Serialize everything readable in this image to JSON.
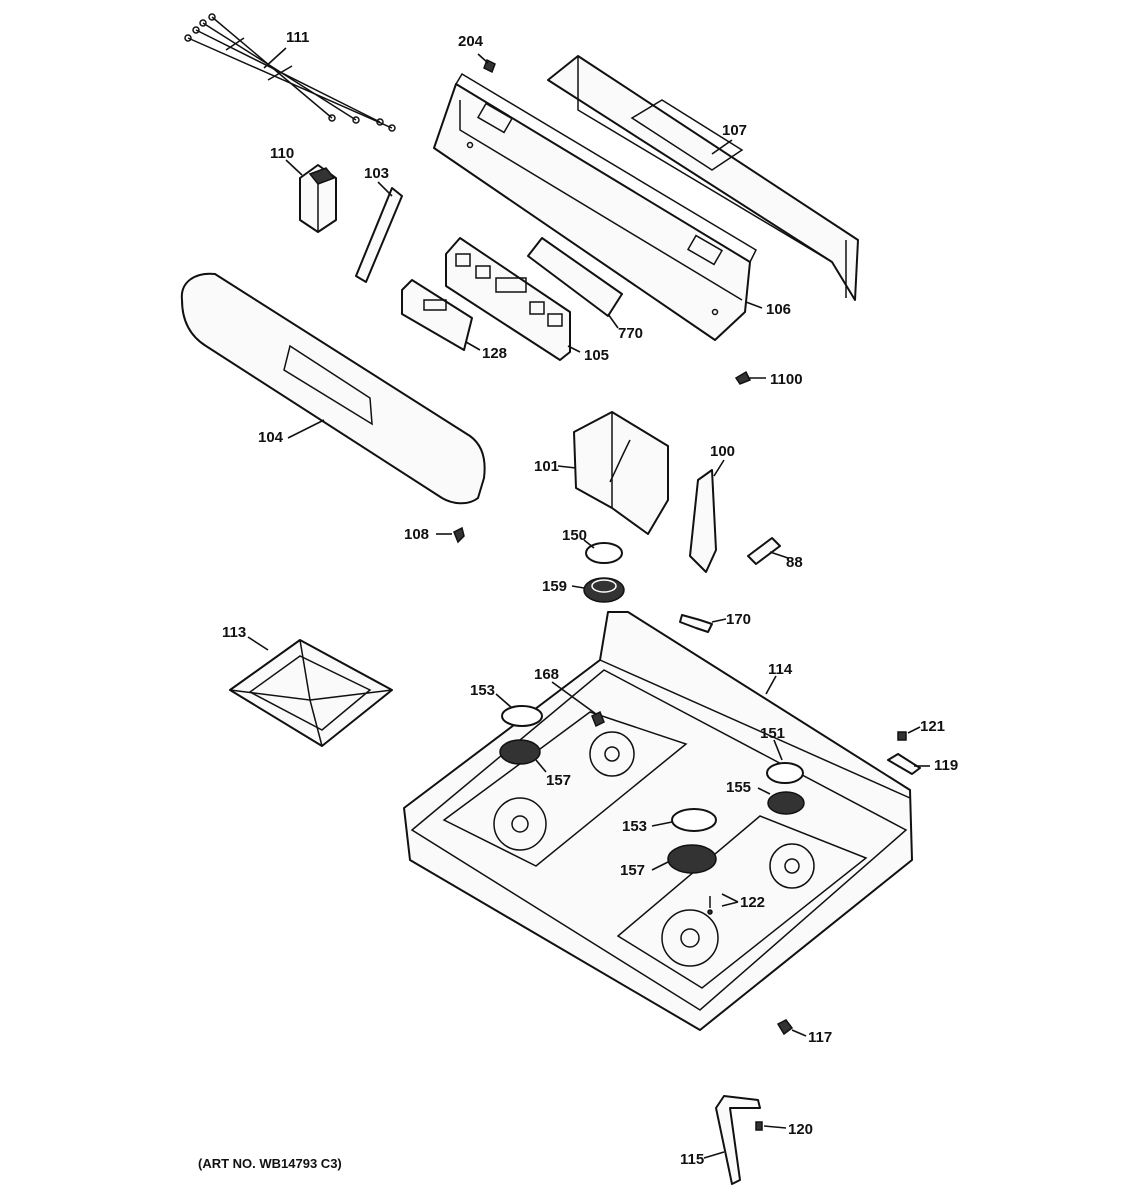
{
  "callouts": [
    {
      "id": "111",
      "text": "111"
    },
    {
      "id": "204",
      "text": "204"
    },
    {
      "id": "107",
      "text": "107"
    },
    {
      "id": "110",
      "text": "110"
    },
    {
      "id": "103",
      "text": "103"
    },
    {
      "id": "106",
      "text": "106"
    },
    {
      "id": "770",
      "text": "770"
    },
    {
      "id": "128",
      "text": "128"
    },
    {
      "id": "105",
      "text": "105"
    },
    {
      "id": "1100",
      "text": "1100"
    },
    {
      "id": "104",
      "text": "104"
    },
    {
      "id": "101",
      "text": "101"
    },
    {
      "id": "100",
      "text": "100"
    },
    {
      "id": "108",
      "text": "108"
    },
    {
      "id": "150",
      "text": "150"
    },
    {
      "id": "88",
      "text": "88"
    },
    {
      "id": "159",
      "text": "159"
    },
    {
      "id": "170",
      "text": "170"
    },
    {
      "id": "113",
      "text": "113"
    },
    {
      "id": "114",
      "text": "114"
    },
    {
      "id": "168",
      "text": "168"
    },
    {
      "id": "153a",
      "text": "153"
    },
    {
      "id": "121",
      "text": "121"
    },
    {
      "id": "151",
      "text": "151"
    },
    {
      "id": "119",
      "text": "119"
    },
    {
      "id": "157a",
      "text": "157"
    },
    {
      "id": "155",
      "text": "155"
    },
    {
      "id": "153b",
      "text": "153"
    },
    {
      "id": "157b",
      "text": "157"
    },
    {
      "id": "122",
      "text": "122"
    },
    {
      "id": "117",
      "text": "117"
    },
    {
      "id": "120",
      "text": "120"
    },
    {
      "id": "115",
      "text": "115"
    }
  ],
  "art_number": "(ART NO. WB14793 C3)"
}
